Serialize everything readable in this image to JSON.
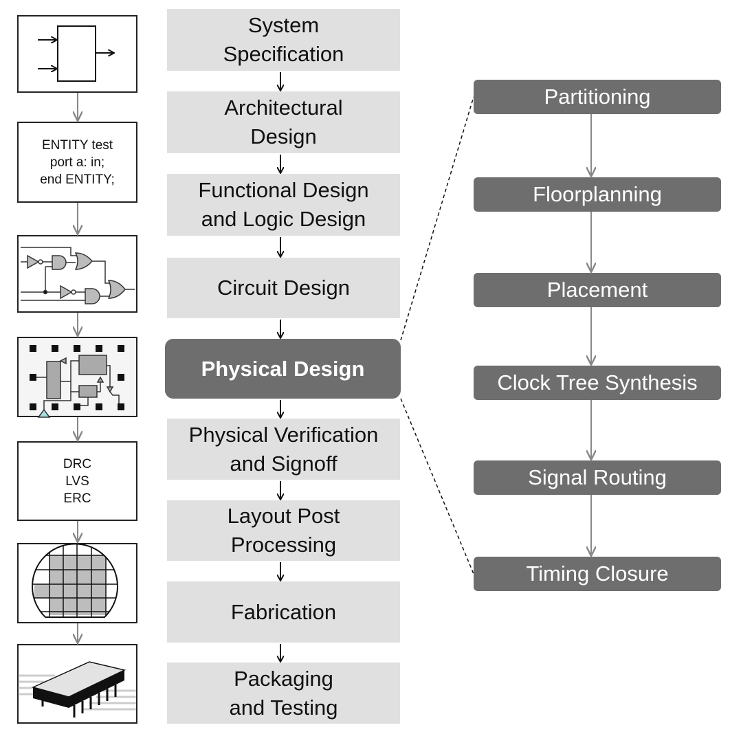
{
  "flow": {
    "steps": [
      {
        "label": "System\nSpecification"
      },
      {
        "label": "Architectural\nDesign"
      },
      {
        "label": "Functional Design\nand Logic Design"
      },
      {
        "label": "Circuit Design"
      },
      {
        "label": "Physical Design"
      },
      {
        "label": "Physical Verification\nand Signoff"
      },
      {
        "label": "Layout Post\nProcessing"
      },
      {
        "label": "Fabrication"
      },
      {
        "label": "Packaging\nand Testing"
      }
    ]
  },
  "physical_design_steps": [
    {
      "label": "Partitioning"
    },
    {
      "label": "Floorplanning"
    },
    {
      "label": "Placement"
    },
    {
      "label": "Clock Tree Synthesis"
    },
    {
      "label": "Signal Routing"
    },
    {
      "label": "Timing Closure"
    }
  ],
  "illustrations": {
    "hdl_code": "ENTITY test\nport a: in;\nend ENTITY;",
    "verification_checks": "DRC\nLVS\nERC",
    "icons": [
      "block-diagram-icon",
      "hdl-code",
      "logic-gates-icon",
      "layout-icon",
      "verification-checks",
      "wafer-icon",
      "ic-chip-icon"
    ]
  },
  "colors": {
    "step_fill": "#e0e0e0",
    "highlight_fill": "#6e6e6e",
    "connector": "#888888"
  }
}
